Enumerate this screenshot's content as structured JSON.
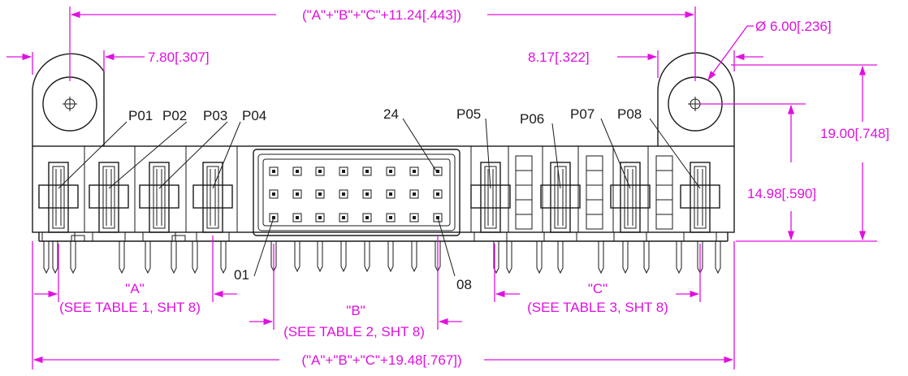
{
  "colors": {
    "dimension": "#e010e0",
    "outline": "#1a1a1a",
    "background": "#ffffff"
  },
  "dimensions": {
    "top_overall": "(\"A\"+\"B\"+\"C\"+11.24[.443])",
    "bottom_overall": "(\"A\"+\"B\"+\"C\"+19.48[.767])",
    "left_offset": "7.80[.307]",
    "right_offset": "8.17[.322]",
    "hole_diameter": "Ø 6.00[.236]",
    "height_total": "19.00[.748]",
    "height_hole": "14.98[.590]"
  },
  "sections": {
    "a_letter": "\"A\"",
    "a_note": "(SEE TABLE 1, SHT 8)",
    "b_letter": "\"B\"",
    "b_note": "(SEE TABLE 2, SHT 8)",
    "c_letter": "\"C\"",
    "c_note": "(SEE TABLE 3, SHT 8)"
  },
  "callouts": {
    "p01": "P01",
    "p02": "P02",
    "p03": "P03",
    "p04": "P04",
    "p05": "P05",
    "p06": "P06",
    "p07": "P07",
    "p08": "P08",
    "pin24": "24",
    "pin01": "01",
    "pin08": "08"
  }
}
